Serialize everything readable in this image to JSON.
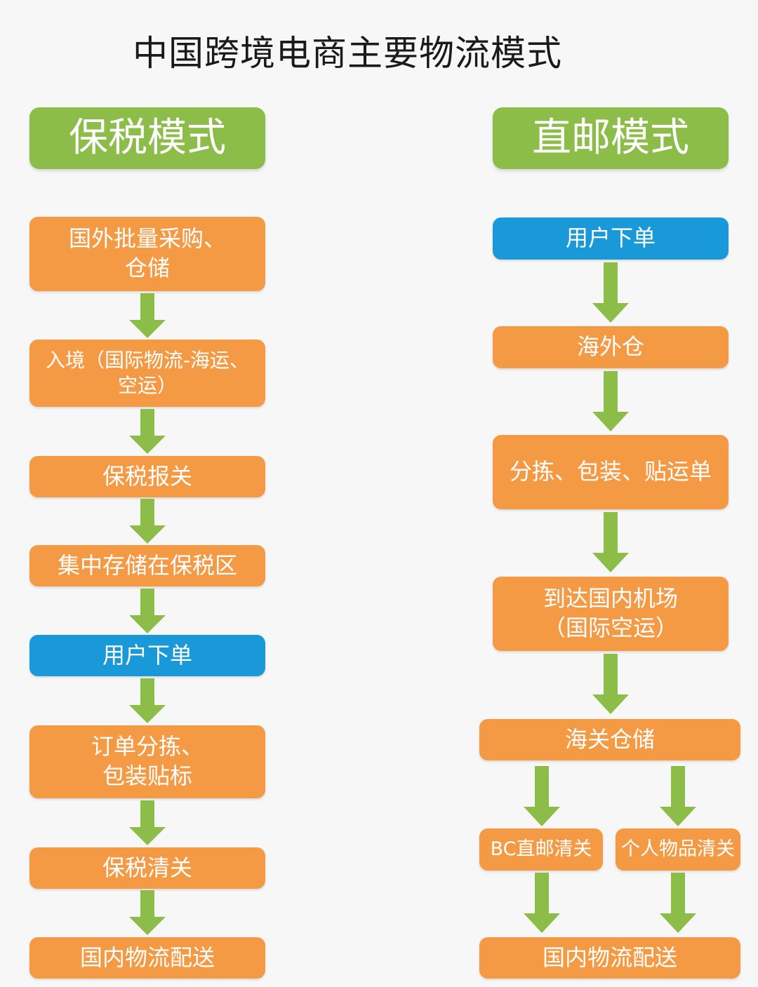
{
  "title": "中国跨境电商主要物流模式",
  "bonded": {
    "header": "保税模式",
    "steps": [
      "国外批量采购、\n仓储",
      "入境（国际物流-海运、\n空运）",
      "保税报关",
      "集中存储在保税区",
      "用户下单",
      "订单分拣、\n包装贴标",
      "保税清关",
      "国内物流配送"
    ]
  },
  "direct": {
    "header": "直邮模式",
    "steps": [
      "用户下单",
      "海外仓",
      "分拣、包装、贴运单",
      "到达国内机场\n（国际空运）",
      "海关仓储"
    ],
    "branch_left": "BC直邮清关",
    "branch_right": "个人物品清关",
    "final": "国内物流配送"
  },
  "colors": {
    "header_green": "#8bbd48",
    "step_orange": "#f49a44",
    "user_order_blue": "#1a99d9",
    "arrow_green": "#8bbd48"
  }
}
